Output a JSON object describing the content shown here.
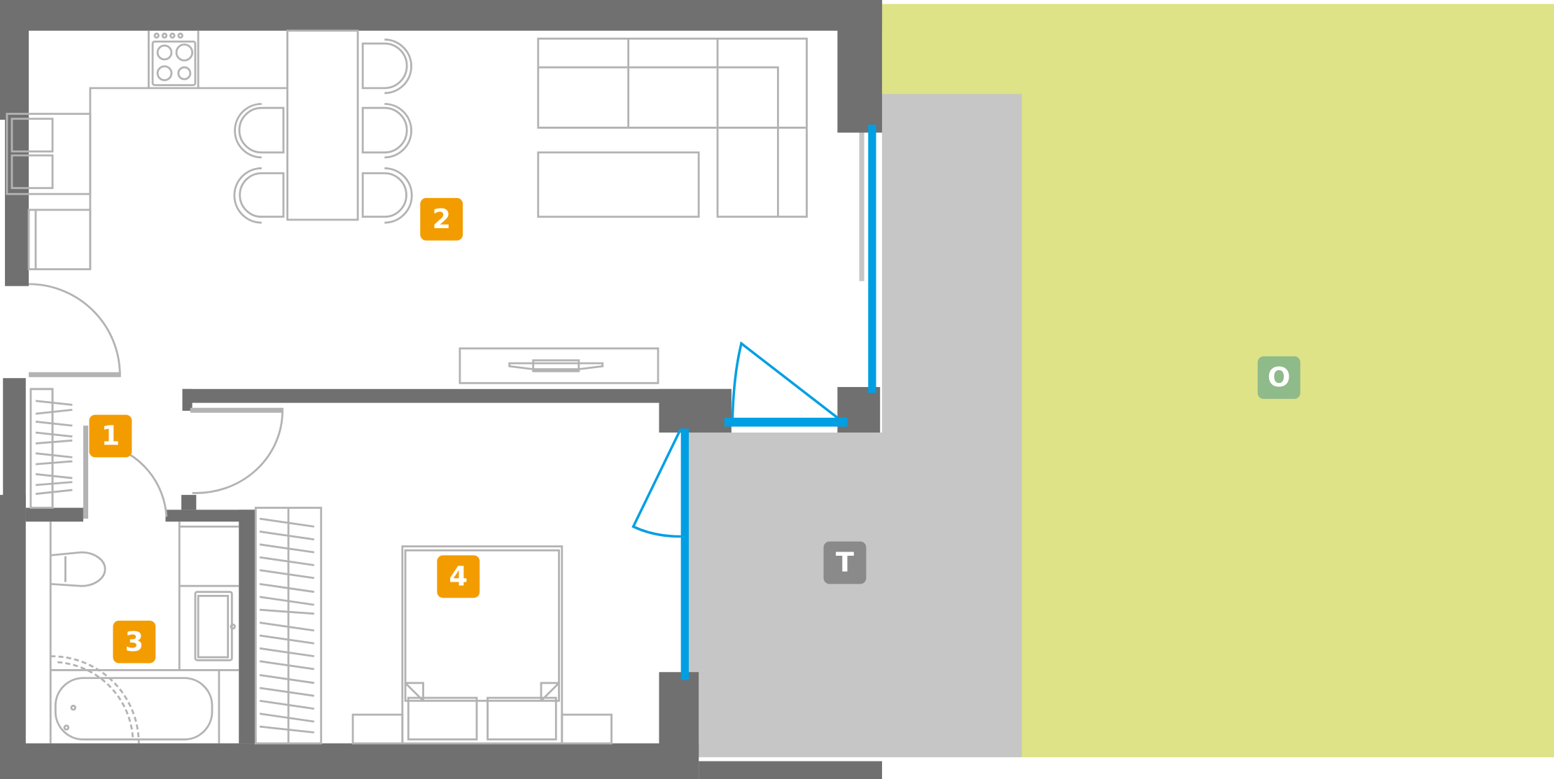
{
  "colors": {
    "wall": "#707070",
    "terrace": "#c6c6c6",
    "garden": "#dde386",
    "glazing": "#009fe3",
    "room_badge": "#f39c00",
    "terrace_badge": "#8a8a8a",
    "garden_badge": "#8fba8a"
  },
  "rooms": [
    {
      "id": "1",
      "label": "1"
    },
    {
      "id": "2",
      "label": "2"
    },
    {
      "id": "3",
      "label": "3"
    },
    {
      "id": "4",
      "label": "4"
    }
  ],
  "terrace": {
    "label": "T"
  },
  "garden": {
    "label": "O"
  }
}
